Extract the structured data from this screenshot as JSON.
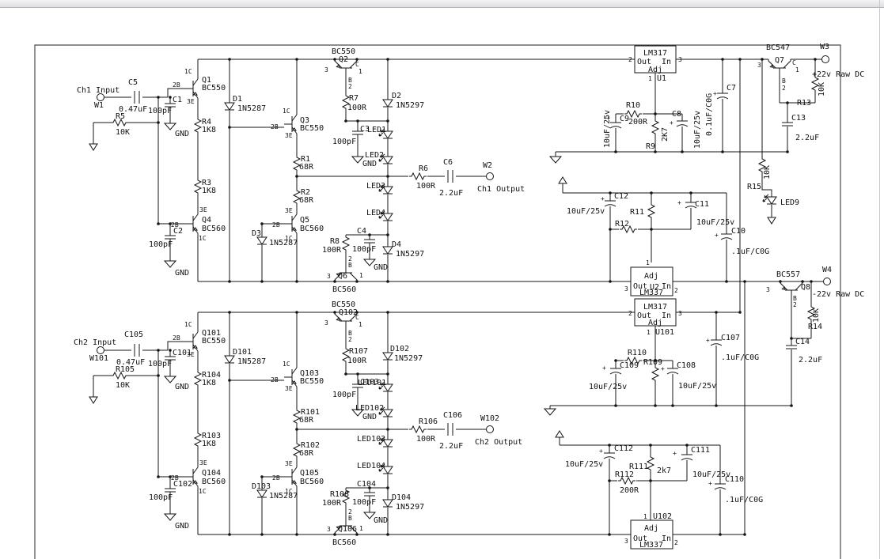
{
  "t": {
    "gnd": "GND",
    "plus": "+",
    "p1c": "1C",
    "p2b": "2B",
    "p3e": "3E",
    "n1": "1",
    "n2": "2",
    "n3": "3",
    "pb": "B",
    "pc": "C",
    "adj": "Adj",
    "out": "Out",
    "pin": "In",
    "lm317": "LM317",
    "lm337": "LM337",
    "bc550": "BC550",
    "bc560": "BC560",
    "bc547": "BC547",
    "bc557": "BC557",
    "v100pf": "100pF",
    "v047": "0.47uF",
    "v22": "2.2uF",
    "v100r": "100R",
    "v68r": "68R",
    "v1k8": "1K8",
    "v10k": "10K",
    "v200r": "200R",
    "v2k7": "2K7",
    "v2k7l": "2k7",
    "v10uf": "10uF/25v",
    "v01": "0.1uF/C0G",
    "vp1": ".1uF/C0G",
    "d5287": "1N5287",
    "d5297": "1N5297",
    "ch1in": "Ch1 Input",
    "ch1out": "Ch1 Output",
    "ch2in": "Ch2 Input",
    "ch2out": "Ch2 Output",
    "rawp": "+22v Raw DC",
    "rawm": "-22v Raw DC",
    "w1": "W1",
    "w2": "W2",
    "w3": "W3",
    "w4": "W4",
    "w101": "W101",
    "w102": "W102",
    "q1": "Q1",
    "q2": "Q2",
    "q3": "Q3",
    "q4": "Q4",
    "q5": "Q5",
    "q6": "Q6",
    "q7": "Q7",
    "q8": "Q8",
    "q101": "Q101",
    "q102": "Q102",
    "q103": "Q103",
    "q104": "Q104",
    "q105": "Q105",
    "q106": "Q106",
    "r1": "R1",
    "r2": "R2",
    "r3": "R3",
    "r4": "R4",
    "r5": "R5",
    "r6": "R6",
    "r7": "R7",
    "r8": "R8",
    "r9": "R9",
    "r10": "R10",
    "r11": "R11",
    "r12": "R12",
    "r13": "R13",
    "r14": "R14",
    "r15": "R15",
    "r101": "R101",
    "r102": "R102",
    "r103": "R103",
    "r104": "R104",
    "r105": "R105",
    "r106": "R106",
    "r107": "R107",
    "r108": "R108",
    "r109": "R109",
    "r110": "R110",
    "r111": "R111",
    "r112": "R112",
    "c1": "C1",
    "c2": "C2",
    "c3": "C3",
    "c4": "C4",
    "c5": "C5",
    "c6": "C6",
    "c7": "C7",
    "c8": "C8",
    "c9": "C9",
    "c10": "C10",
    "c11": "C11",
    "c12": "C12",
    "c13": "C13",
    "c14": "C14",
    "c101": "C101",
    "c102": "C102",
    "c103": "C103",
    "c104": "C104",
    "c105": "C105",
    "c106": "C106",
    "c107": "C107",
    "c108": "C108",
    "c109": "C109",
    "c110": "C110",
    "c111": "C111",
    "c112": "C112",
    "d1": "D1",
    "d2": "D2",
    "d3": "D3",
    "d4": "D4",
    "d101": "D101",
    "d102": "D102",
    "d103": "D103",
    "d104": "D104",
    "led1": "LED1",
    "led2": "LED2",
    "led3": "LED3",
    "led4": "LED4",
    "led9": "LED9",
    "led101": "LED101",
    "led102": "LED102",
    "led103": "LED103",
    "led104": "LED104",
    "u1": "U1",
    "u2": "U2",
    "u101": "U101",
    "u102": "U102"
  }
}
